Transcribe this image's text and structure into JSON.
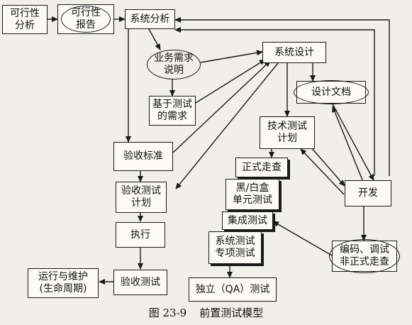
{
  "nodes": {
    "feasibility_analysis": "可行性\n分析",
    "feasibility_report": "可行性\n报告",
    "system_analysis": "系统分析",
    "business_requirements": "业务需求\n说明",
    "system_design": "系统设计",
    "design_document": "设计文档",
    "test_based_requirements": "基于测试\n的需求",
    "technical_test_plan": "技术测试\n计划",
    "acceptance_criteria": "验收标准",
    "formal_walkthrough": "正式走查",
    "bw_unit_test": "黑/白盒\n单元测试",
    "development": "开发",
    "acceptance_test_plan": "验收测试\n计划",
    "integration_test": "集成测试",
    "system_special_test": "系统测试\n专项测试",
    "execution": "执行",
    "operation_maintenance": "运行与维护\n(生命周期)",
    "acceptance_test": "验收测试",
    "independent_qa_test": "独立（QA）测试",
    "coding_debug": "编码、调试\n非正式走查"
  },
  "caption": {
    "number": "图 23-9",
    "title": "前置测试模型"
  }
}
